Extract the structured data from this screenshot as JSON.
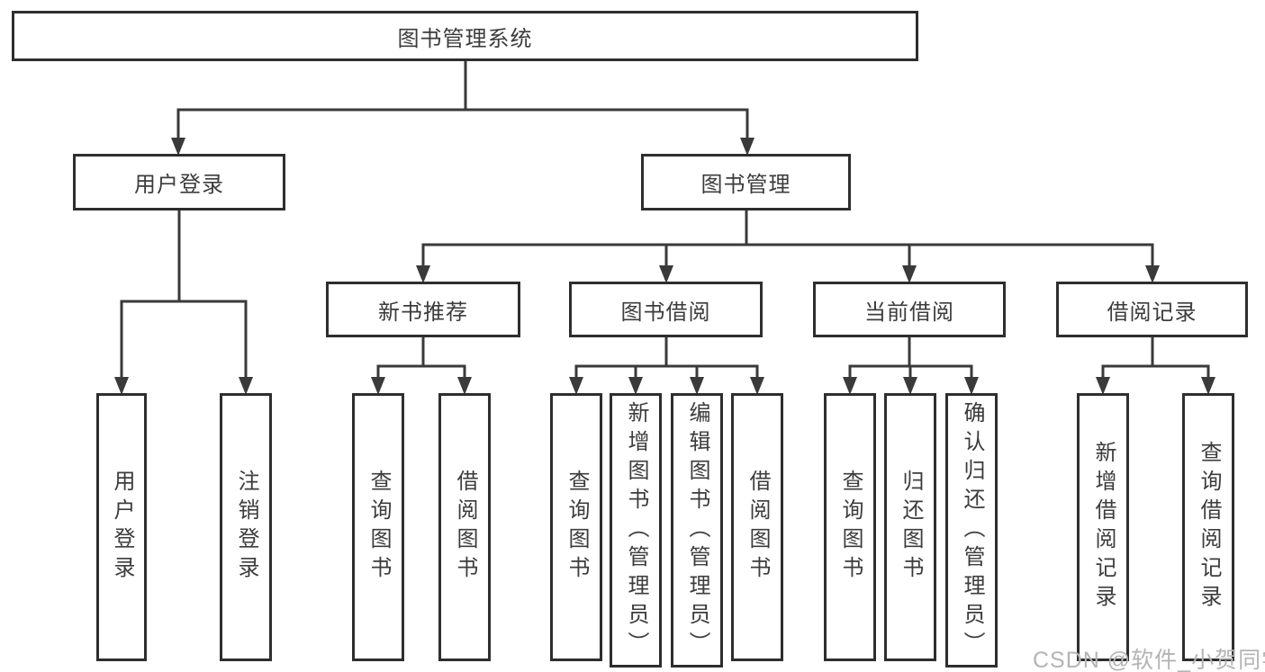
{
  "diagram": {
    "tree": {
      "root": {
        "label": "图书管理系统"
      },
      "user_login": {
        "label": "用户登录",
        "children": [
          {
            "label": "用户登录"
          },
          {
            "label": "注销登录"
          }
        ]
      },
      "book_mgmt": {
        "label": "图书管理",
        "sections": {
          "new_book": {
            "label": "新书推荐",
            "children": [
              {
                "label": "查询图书"
              },
              {
                "label": "借阅图书"
              }
            ]
          },
          "book_borrow": {
            "label": "图书借阅",
            "children": [
              {
                "label": "查询图书"
              },
              {
                "label": "新增图书（管理员）"
              },
              {
                "label": "编辑图书（管理员）"
              },
              {
                "label": "借阅图书"
              }
            ]
          },
          "current_borrow": {
            "label": "当前借阅",
            "children": [
              {
                "label": "查询图书"
              },
              {
                "label": "归还图书"
              },
              {
                "label": "确认归还（管理员）"
              }
            ]
          },
          "borrow_record": {
            "label": "借阅记录",
            "children": [
              {
                "label": "新增借阅记录"
              },
              {
                "label": "查询借阅记录"
              }
            ]
          }
        }
      }
    },
    "line_color": "#3a3a3a",
    "box_border_color": "#2e2e2e",
    "text_color": "#3c3c3c"
  },
  "watermark": {
    "text": "CSDN @软件_小贺同学",
    "color": "#b4b4b4"
  }
}
